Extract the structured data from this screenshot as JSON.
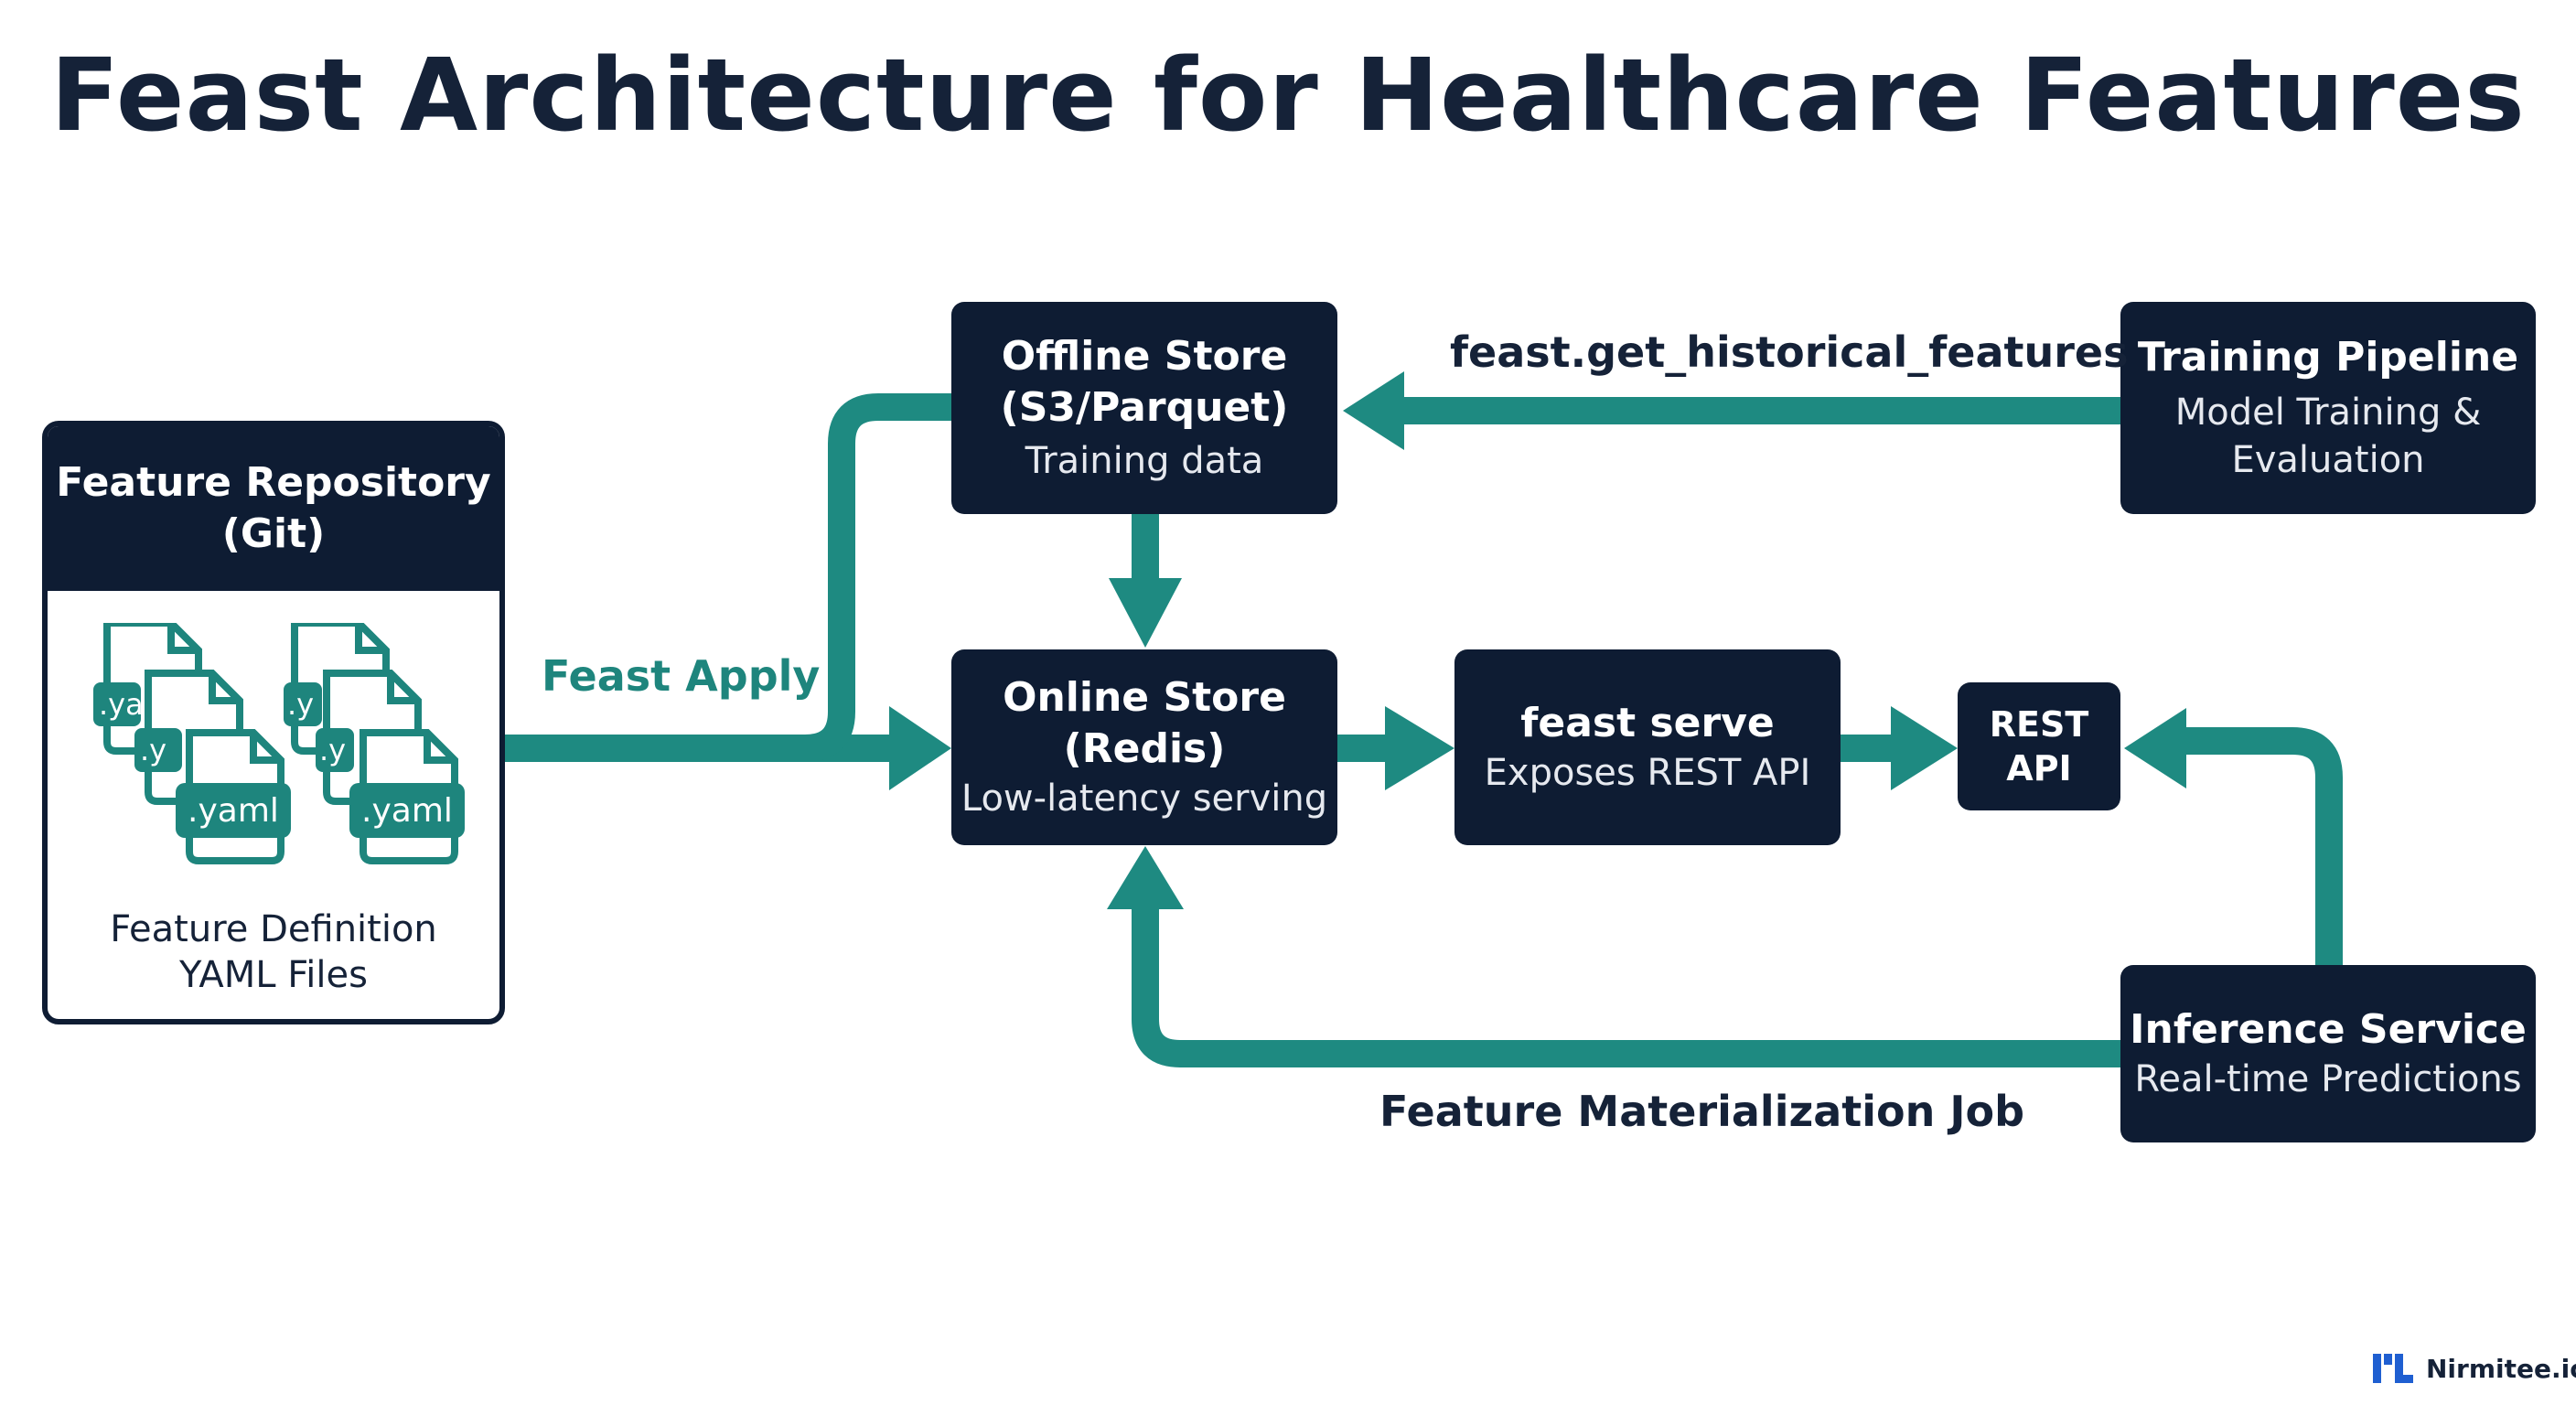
{
  "title": "Feast Architecture for Healthcare Features",
  "colors": {
    "arrow": "#1e8a81",
    "box": "#0e1c33",
    "icon": "#1e857d"
  },
  "nodes": {
    "repo": {
      "title_line1": "Feature Repository",
      "title_line2": "(Git)",
      "sub_line1": "Feature Definition",
      "sub_line2": "YAML Files"
    },
    "offline": {
      "title_line1": "Offline Store",
      "title_line2": "(S3/Parquet)",
      "sub": "Training data"
    },
    "online": {
      "title_line1": "Online Store",
      "title_line2": "(Redis)",
      "sub": "Low-latency serving"
    },
    "serve": {
      "title": "feast serve",
      "sub": "Exposes REST API"
    },
    "rest": {
      "line1": "REST",
      "line2": "API"
    },
    "training": {
      "title": "Training Pipeline",
      "sub_line1": "Model Training &",
      "sub_line2": "Evaluation"
    },
    "inference": {
      "title": "Inference Service",
      "sub": "Real-time Predictions"
    }
  },
  "edges": {
    "apply": "Feast Apply",
    "historical": "feast.get_historical_features",
    "materialize": "Feature Materialization Job"
  },
  "files": [
    {
      "label": ".ya"
    },
    {
      "label": ".y"
    },
    {
      "label": ".yaml"
    },
    {
      "label": ".y"
    },
    {
      "label": ".y"
    },
    {
      "label": ".yaml"
    }
  ],
  "brand": "Nirmitee.io"
}
